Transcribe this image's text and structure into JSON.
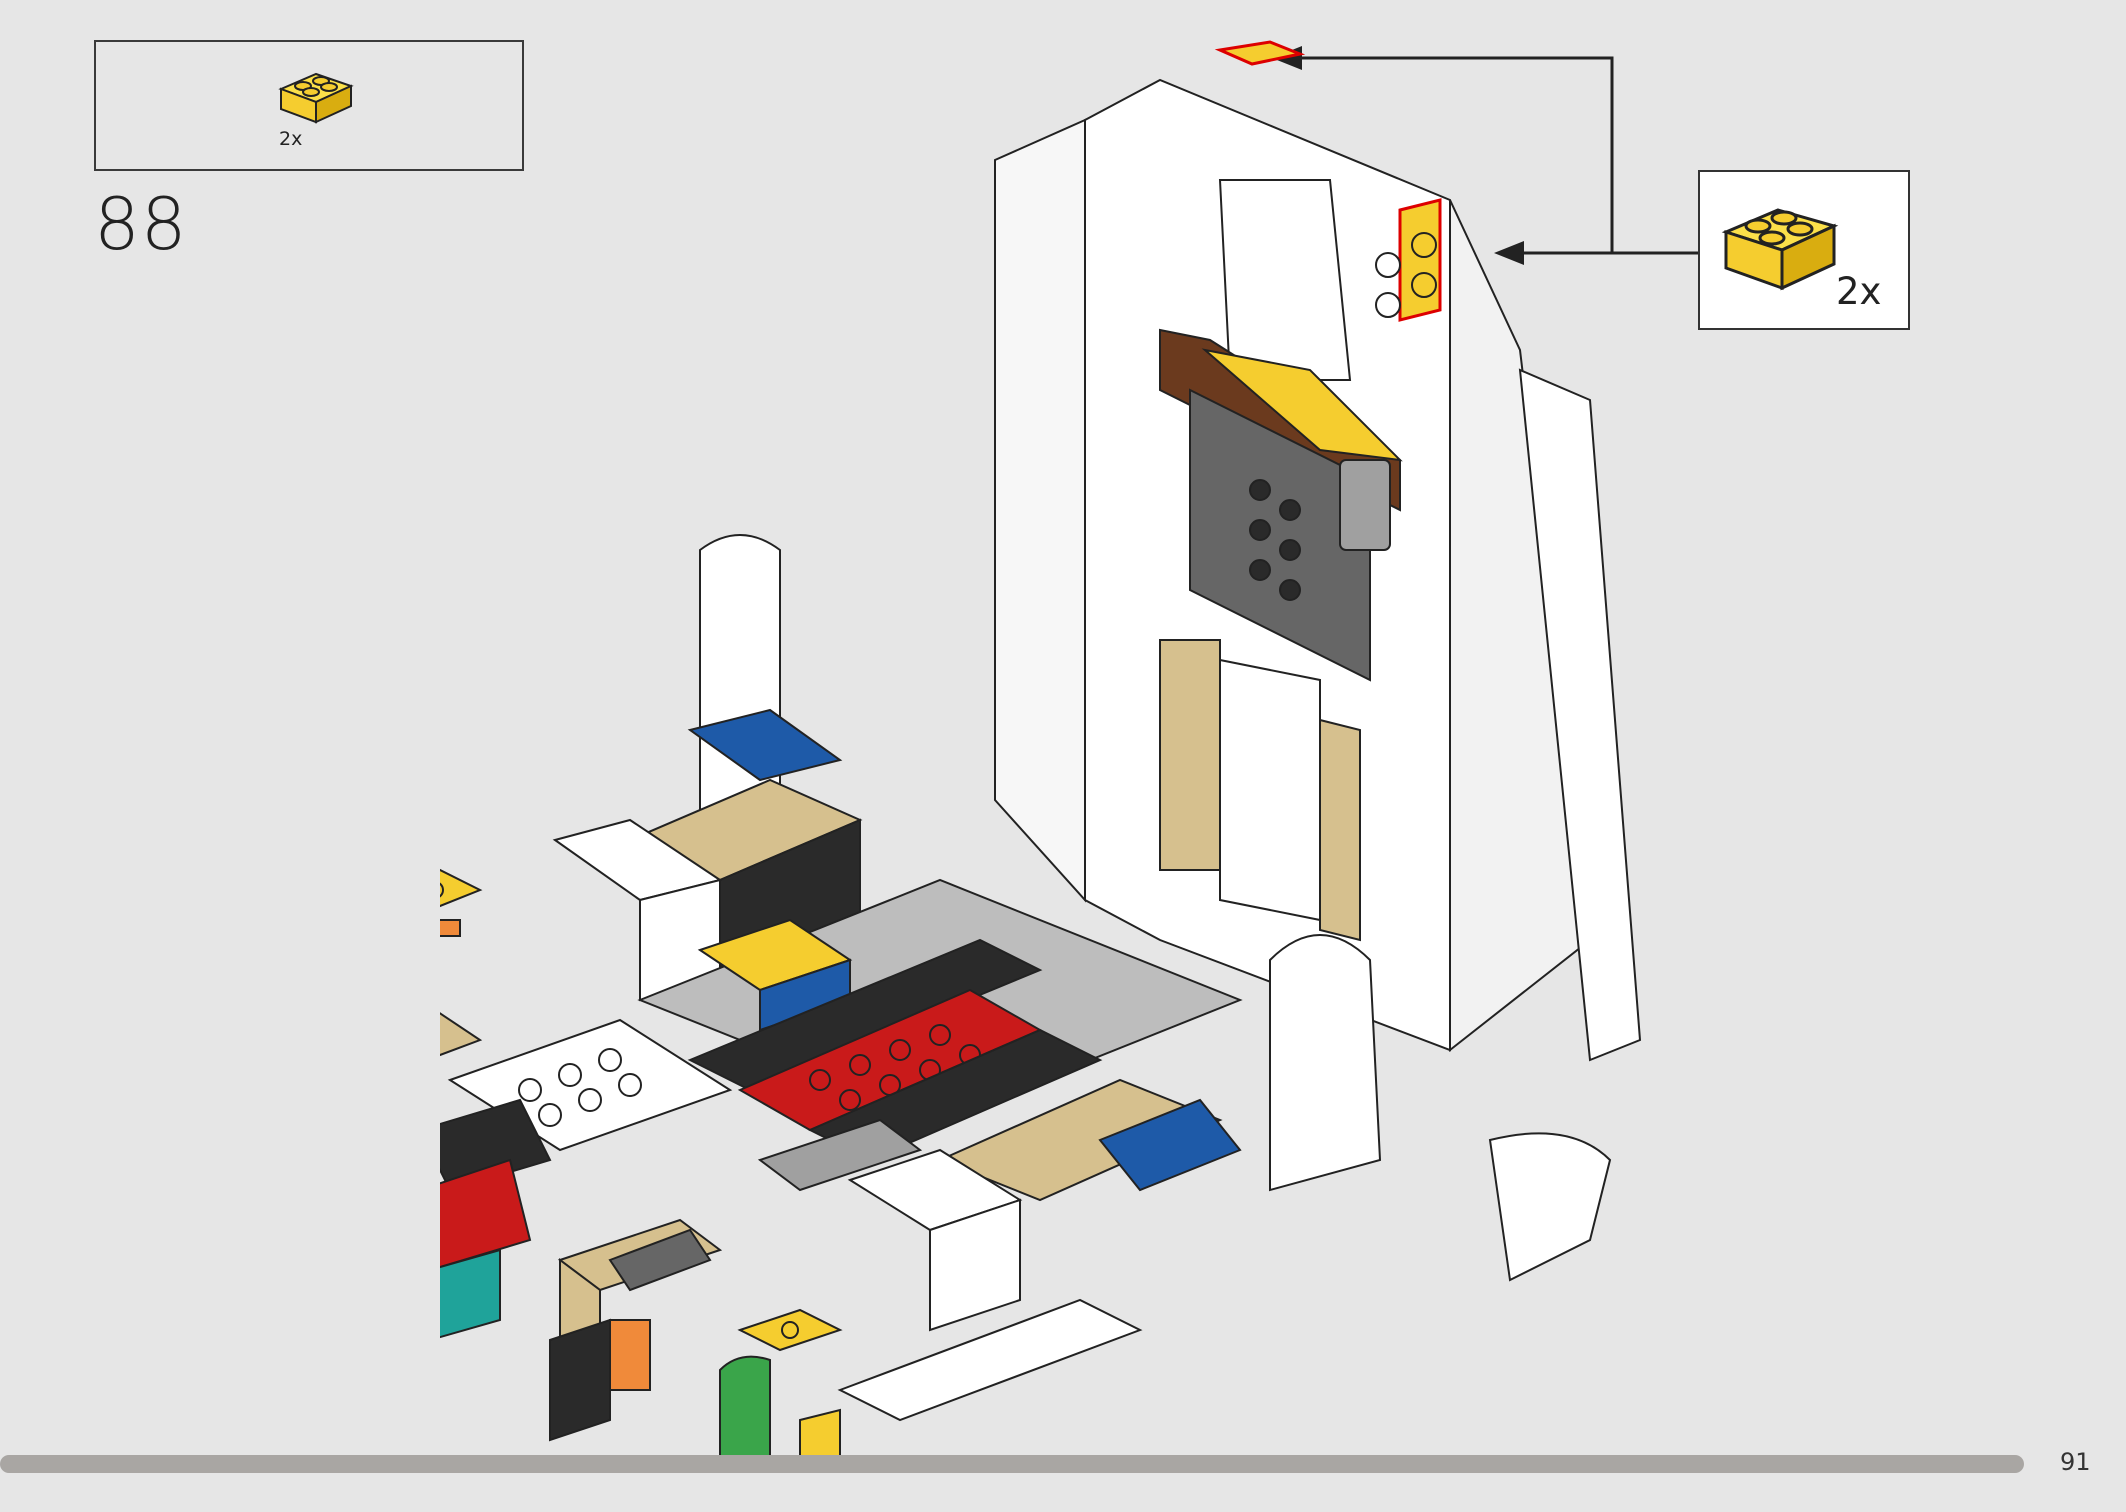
{
  "parts_list": {
    "items": [
      {
        "part": "yellow-brick-2x2",
        "quantity": "2x"
      }
    ]
  },
  "step": {
    "number": "88"
  },
  "callout": {
    "part": "yellow-brick-2x2",
    "quantity": "2x"
  },
  "footer": {
    "page_number": "91"
  },
  "colors": {
    "yellow": "#f5cd2f",
    "white": "#ffffff",
    "tan": "#d6c08e",
    "dark-gray": "#666666",
    "light-gray": "#a0a0a0",
    "black": "#2a2a2a",
    "red": "#c91a1a",
    "blue": "#1e5aa8",
    "green": "#3aa54a",
    "orange": "#f08a3a",
    "brown": "#6b3a1e",
    "teal": "#1fa39a"
  }
}
